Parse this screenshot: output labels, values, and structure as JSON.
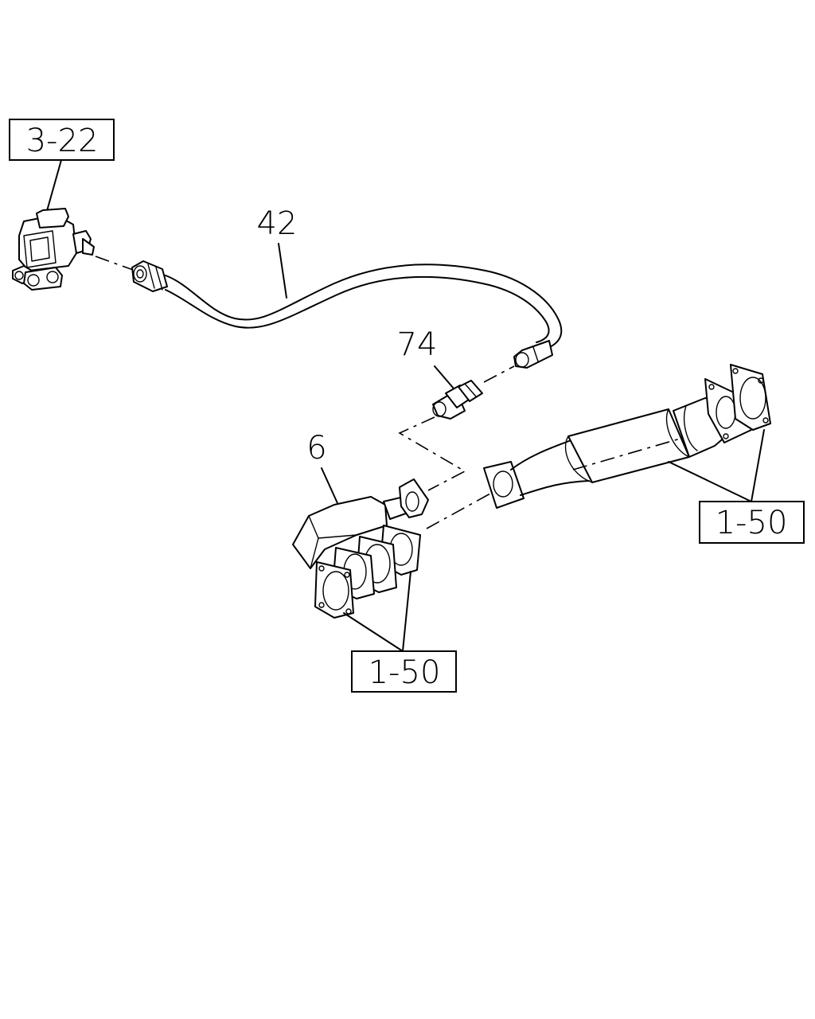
{
  "callouts": {
    "ref_3_22": "3-22",
    "ref_1_50_right": "1-50",
    "ref_1_50_bottom": "1-50",
    "part_42": "42",
    "part_74": "74",
    "part_6": "6"
  }
}
